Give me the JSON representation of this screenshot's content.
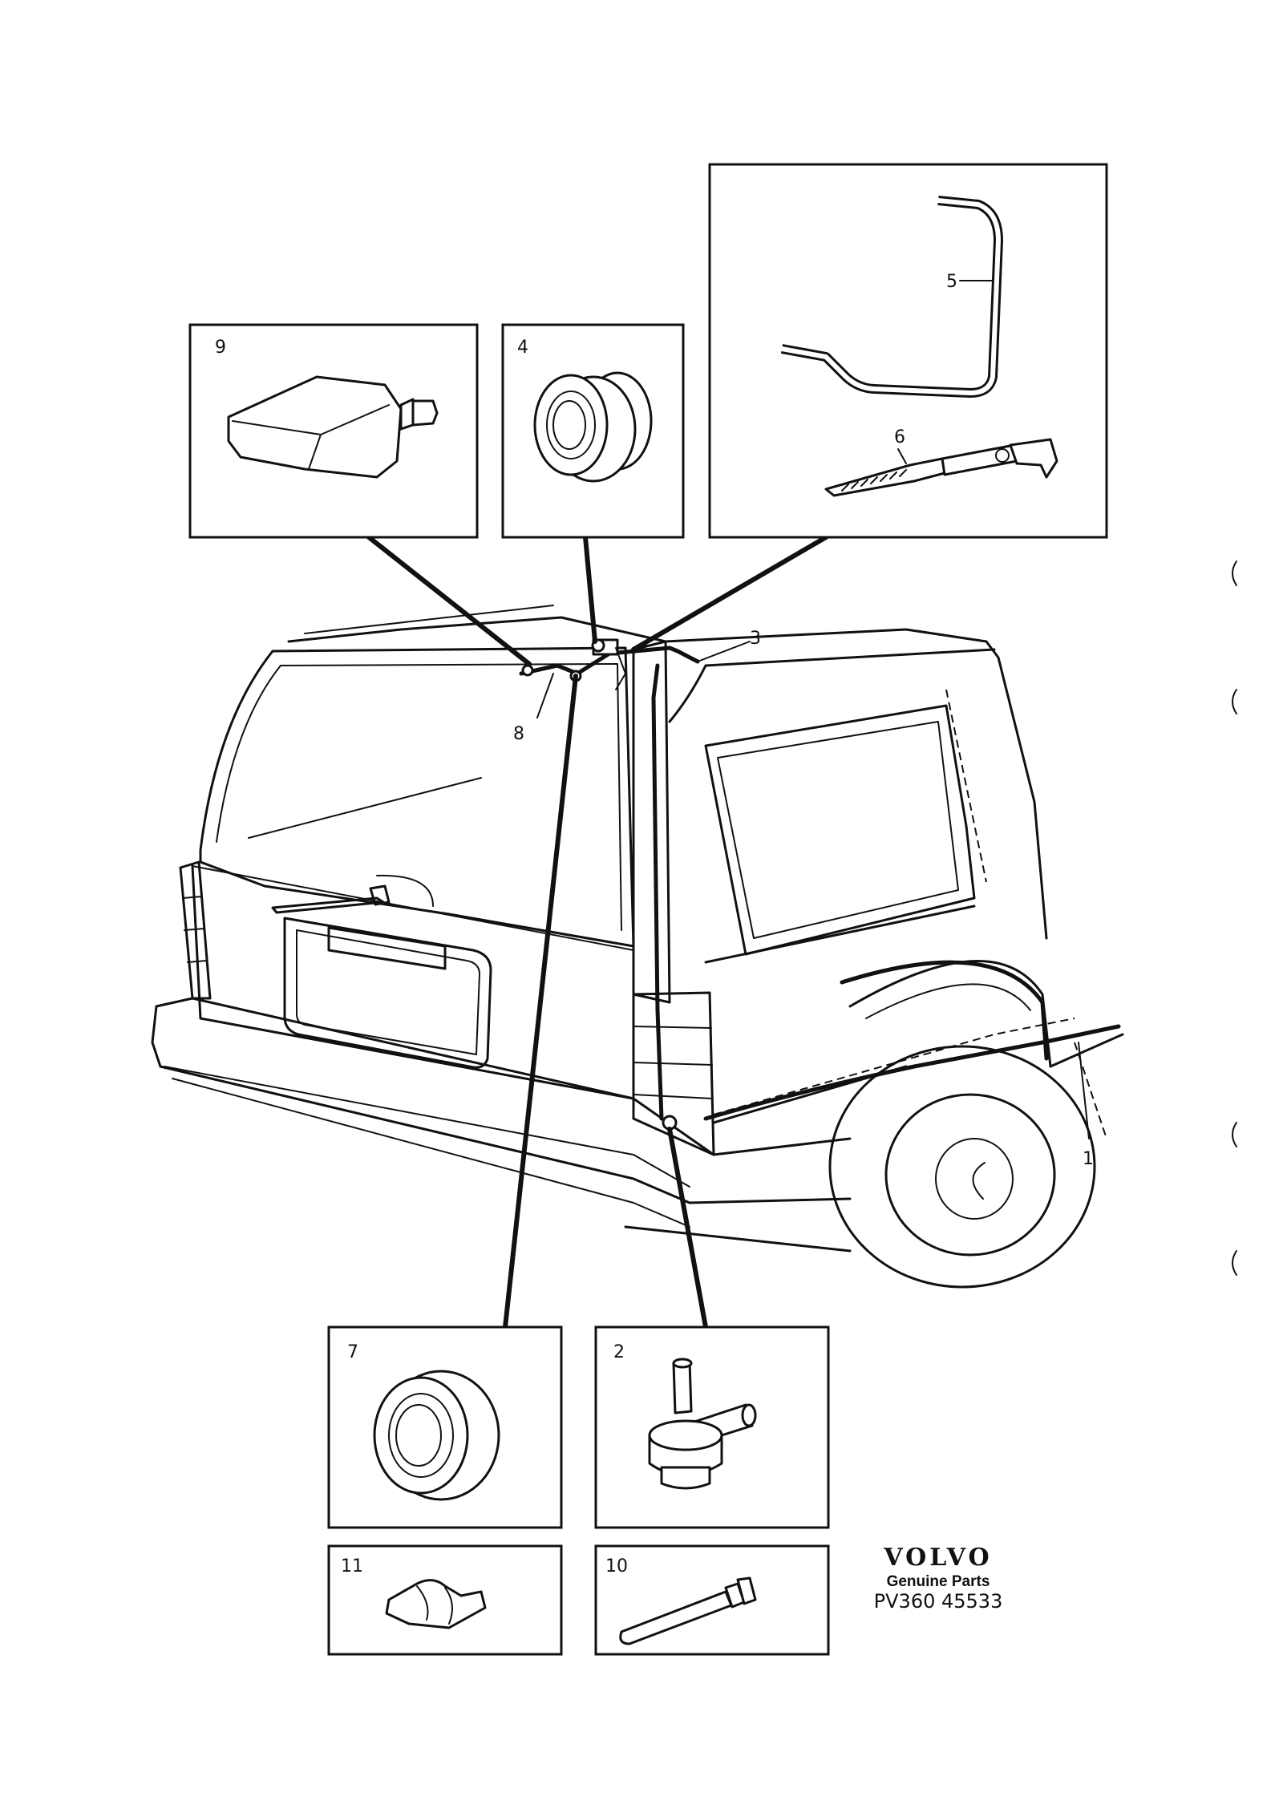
{
  "labels": {
    "car": [
      "1",
      "3",
      "8"
    ],
    "box9": "9",
    "box4": "4",
    "box5": "5",
    "box6": "6",
    "box7": "7",
    "box2": "2",
    "box11": "11",
    "box10": "10"
  },
  "brand": {
    "name": "VOLVO",
    "subtitle": "Genuine Parts",
    "code": "PV360 45533"
  }
}
